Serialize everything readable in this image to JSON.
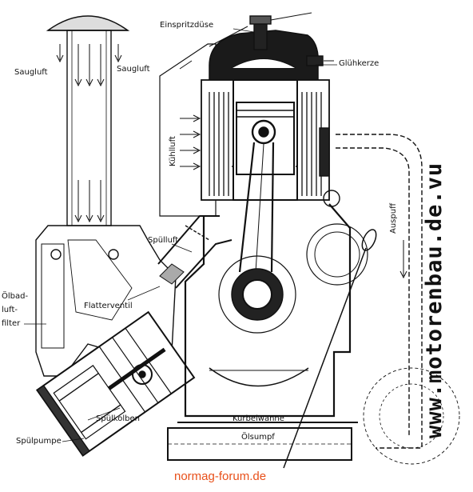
{
  "labels": {
    "injector": "Einspritzdüse",
    "glow_plug": "Glühkerze",
    "intake_air_left": "Saugluft",
    "intake_air_right": "Saugluft",
    "cooling_air": "Kühlluft",
    "scavenge_air": "Spülluft",
    "flutter_valve": "Flatterventil",
    "oil_bath_filter_1": "Ölbad-",
    "oil_bath_filter_2": "luft-",
    "oil_bath_filter_3": "filter",
    "scavenge_piston": "Spülkolben",
    "scavenge_pump": "Spülpumpe",
    "crankcase": "Kurbelwanne",
    "oil_sump": "Ölsumpf",
    "exhaust": "Auspuff"
  },
  "watermark": "www.motorenbau.de.vu",
  "footer": "normag-forum.de",
  "colors": {
    "ink": "#111111",
    "footer_text": "#e8501a",
    "paper": "#ffffff"
  }
}
